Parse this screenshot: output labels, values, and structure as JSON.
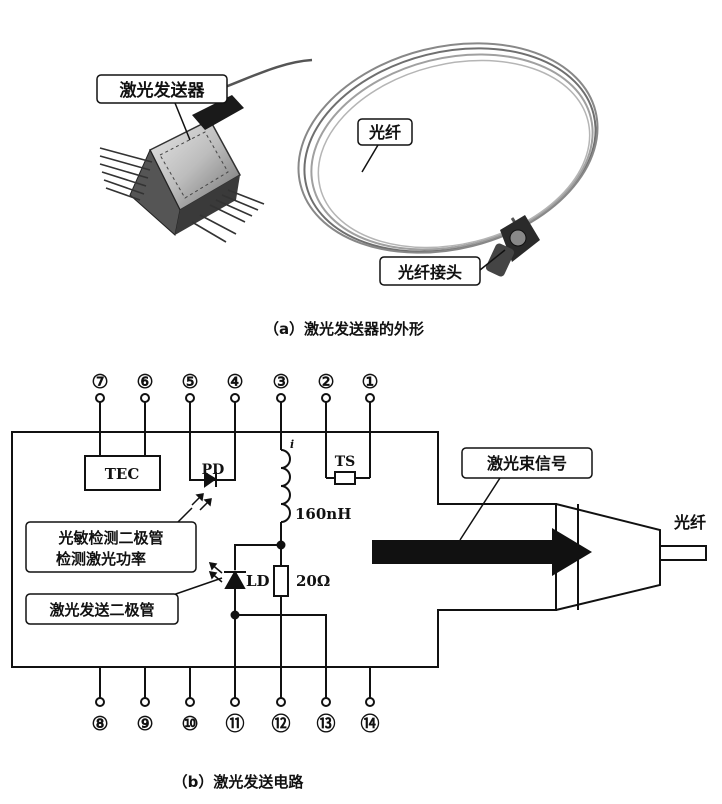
{
  "photo_labels": {
    "transmitter": "激光发送器",
    "fiber": "光纤",
    "connector": "光纤接头"
  },
  "caption_a": "（a）激光发送器的外形",
  "caption_b": "（b）激光发送电路",
  "pins_top": [
    "⑦",
    "⑥",
    "⑤",
    "④",
    "③",
    "②",
    "①"
  ],
  "pins_bottom": [
    "⑧",
    "⑨",
    "⑩",
    "⑪",
    "⑫",
    "⑬",
    "⑭"
  ],
  "components": {
    "tec": "TEC",
    "pd": "PD",
    "ts": "TS",
    "inductor": "160nH",
    "resistor": "20Ω",
    "ld": "LD",
    "current_mark": "i"
  },
  "callouts": {
    "pd_line1": "光敏检测二极管",
    "pd_line2": "检测激光功率",
    "ld": "激光发送二极管",
    "beam": "激光束信号",
    "fiber_out": "光纤"
  },
  "colors": {
    "ink": "#111111",
    "paper": "#ffffff",
    "photo_gray": "#9a9a9a"
  }
}
